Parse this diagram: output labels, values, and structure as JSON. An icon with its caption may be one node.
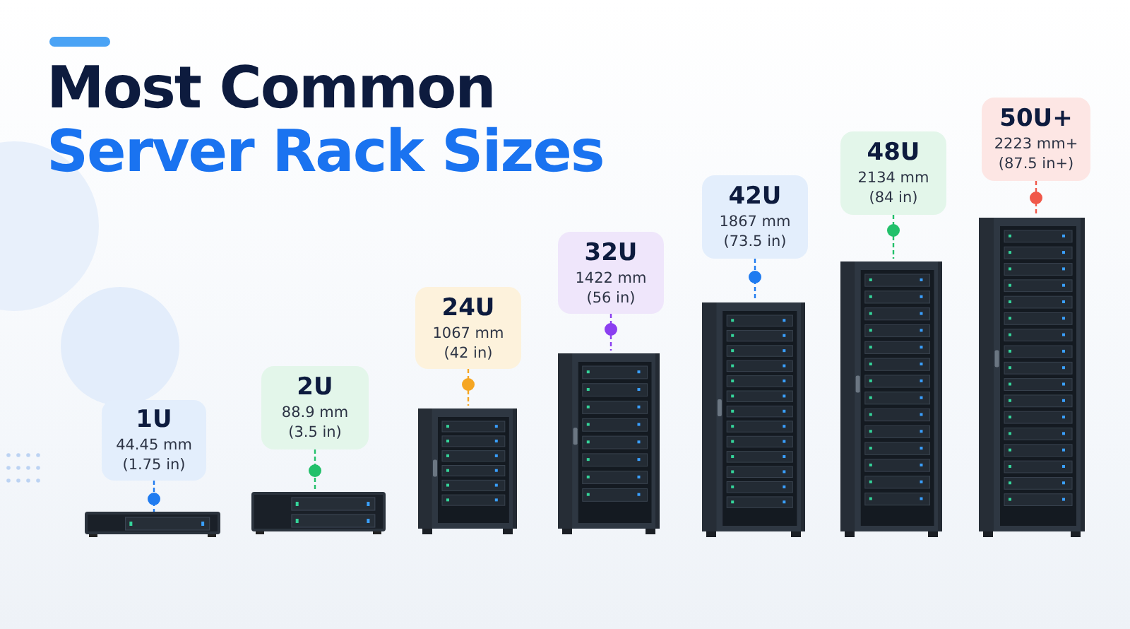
{
  "diagram": {
    "title": "Most Common Server Rack Sizes",
    "nodes": [
      {
        "text": [
          "1U",
          "44.45 mm (1.75 in)"
        ]
      },
      {
        "text": [
          "2U",
          "88.9 mm (3.5 in)"
        ]
      },
      {
        "text": [
          "24U",
          "1067 mm (42 in)"
        ]
      },
      {
        "text": [
          "32U",
          "1422 mm (56 in)"
        ]
      },
      {
        "text": [
          "42U",
          "1867 mm (73.5 in)"
        ]
      },
      {
        "text": [
          "48U",
          "2134 mm (84 in)"
        ]
      },
      {
        "text": [
          "50U+",
          "2223 mm+ (87.5 in+)"
        ]
      },
      {
        "text": [],
        "shape": "picture"
      },
      {
        "text": [],
        "shape": "picture"
      },
      {
        "text": [],
        "shape": "picture"
      },
      {
        "text": [],
        "shape": "picture"
      },
      {
        "text": [],
        "shape": "picture"
      },
      {
        "text": [],
        "shape": "picture"
      },
      {
        "text": [],
        "shape": "picture"
      }
    ],
    "edges": [
      {
        "from": 0,
        "to": 7,
        "arrow": "none",
        "style": "dashed",
        "color": "#1f7bf0"
      },
      {
        "from": 1,
        "to": 8,
        "arrow": "none",
        "style": "dashed",
        "color": "#22c06a"
      },
      {
        "from": 2,
        "to": 9,
        "arrow": "none",
        "style": "dashed",
        "color": "#f5a623"
      },
      {
        "from": 3,
        "to": 10,
        "arrow": "none",
        "style": "dashed",
        "color": "#8b3ff0"
      },
      {
        "from": 4,
        "to": 11,
        "arrow": "none",
        "style": "dashed",
        "color": "#1f7bf0"
      },
      {
        "from": 5,
        "to": 12,
        "arrow": "none",
        "style": "dashed",
        "color": "#22c06a"
      },
      {
        "from": 6,
        "to": 13,
        "arrow": "none",
        "style": "dashed",
        "color": "#f0584a"
      }
    ]
  }
}
